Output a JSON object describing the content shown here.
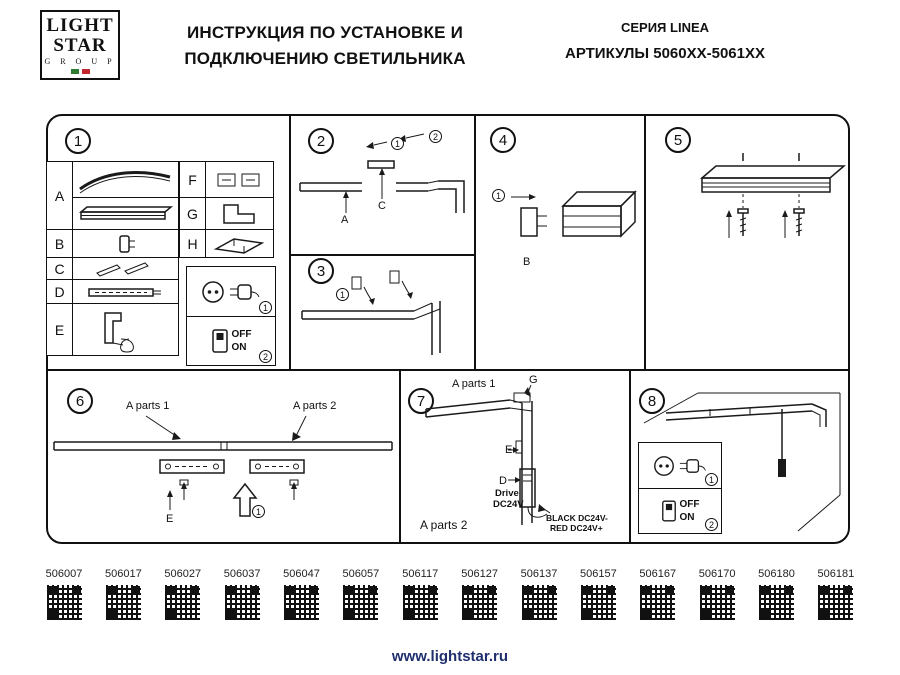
{
  "brand": {
    "flag_green": "#2f7d33",
    "flag_red": "#c4262e",
    "link_color": "#20306e"
  },
  "header": {
    "logo_line1": "LIGHT",
    "logo_line2": "STAR",
    "logo_line3": "G R O U P",
    "title_line1": "ИНСТРУКЦИЯ ПО УСТАНОВКЕ И",
    "title_line2": "ПОДКЛЮЧЕНИЮ СВЕТИЛЬНИКА",
    "series": "СЕРИЯ LINEA",
    "articles_range": "АРТИКУЛЫ 5060XX-5061XX"
  },
  "panel1": {
    "num": "1",
    "letters": {
      "a": "A",
      "b": "B",
      "c": "C",
      "d": "D",
      "e": "E",
      "f": "F",
      "g": "G",
      "h": "H"
    },
    "power": {
      "step1": "1",
      "off": "OFF",
      "on": "ON",
      "step2": "2"
    }
  },
  "panel2": {
    "num": "2",
    "step1": "1",
    "step2": "2",
    "label_a": "A",
    "label_c": "C"
  },
  "panel3": {
    "num": "3",
    "step1": "1"
  },
  "panel4": {
    "num": "4",
    "step1": "1",
    "label_b": "B"
  },
  "panel5": {
    "num": "5"
  },
  "panel6": {
    "num": "6",
    "parts1": "A parts 1",
    "parts2": "A parts 2",
    "label_e": "E",
    "step1": "1"
  },
  "panel7": {
    "num": "7",
    "parts1": "A parts 1",
    "parts2": "A parts 2",
    "label_g": "G",
    "label_e": "E",
    "label_d": "D",
    "drive_line1": "Drive",
    "drive_line2": "DC24V",
    "wire_black": "BLACK DC24V-",
    "wire_red": "RED DC24V+"
  },
  "panel8": {
    "num": "8",
    "power": {
      "step1": "1",
      "off": "OFF",
      "on": "ON",
      "step2": "2"
    }
  },
  "articles": [
    "506007",
    "506017",
    "506027",
    "506037",
    "506047",
    "506057",
    "506117",
    "506127",
    "506137",
    "506157",
    "506167",
    "506170",
    "506180",
    "506181"
  ],
  "footer": {
    "url": "www.lightstar.ru"
  }
}
